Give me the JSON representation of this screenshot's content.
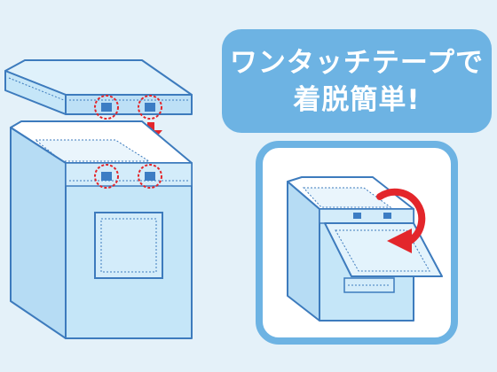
{
  "headline": {
    "line1": "ワンタッチテープで",
    "line2": "着脱簡単!"
  },
  "colors": {
    "background": "#e4f1f9",
    "box_fill": "#c5e6f8",
    "box_outline": "#3d7bbd",
    "banner": "#6db3e3",
    "arrow_red": "#e3262b",
    "tape_blue": "#3c7dc4"
  },
  "illustrations": {
    "left": "box-with-lid-being-lowered-onto-tape-points",
    "right": "box-with-front-flap-opening"
  }
}
